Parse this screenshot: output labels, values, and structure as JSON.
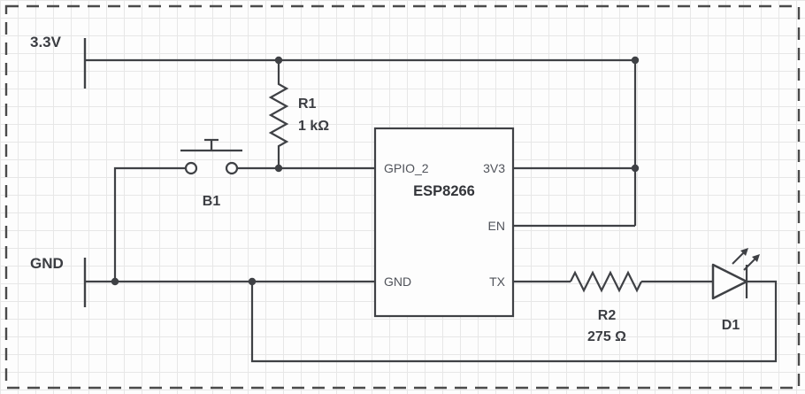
{
  "schematic": {
    "rails": {
      "vcc": "3.3V",
      "gnd": "GND"
    },
    "components": {
      "r1": {
        "ref": "R1",
        "value": "1 kΩ"
      },
      "r2": {
        "ref": "R2",
        "value": "275 Ω"
      },
      "b1": {
        "ref": "B1"
      },
      "d1": {
        "ref": "D1"
      },
      "esp": {
        "name": "ESP8266",
        "pins": {
          "gpio2": "GPIO_2",
          "v3v3": "3V3",
          "en": "EN",
          "gnd": "GND",
          "tx": "TX"
        }
      }
    },
    "nets": [
      "3.3V rail -> R1 top, ESP8266 3V3, ESP8266 EN",
      "R1 bottom -> pushbutton B1 -> ESP8266 GPIO_2",
      "Pushbutton B1 left side -> GND rail",
      "GND rail -> ESP8266 GND",
      "ESP8266 TX -> R2 -> LED D1 anode",
      "LED D1 cathode -> return wire -> GND rail"
    ],
    "colors": {
      "wire": "#3f4145",
      "grid": "#e7e7e7",
      "background": "#fdfdfd",
      "text": "#3b3d42",
      "frame": "#4a4a4a"
    }
  }
}
